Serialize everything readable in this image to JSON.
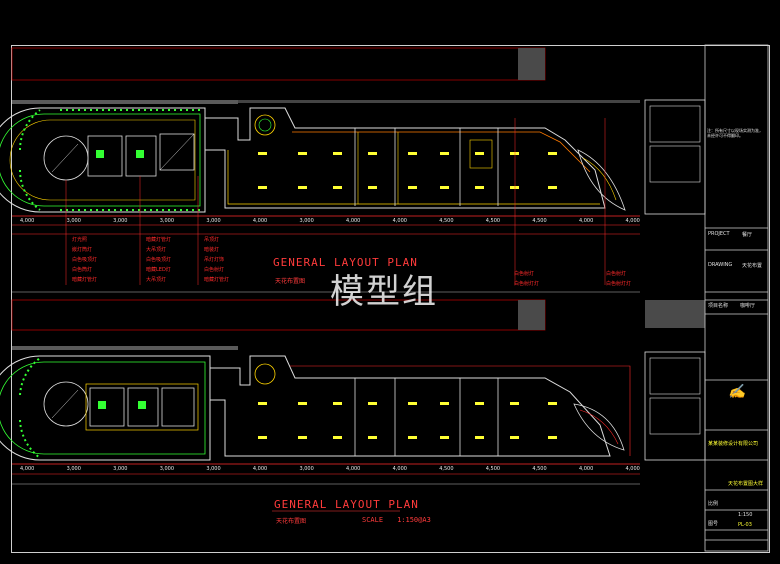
{
  "watermark": "模型组",
  "plan_top": {
    "title": "GENERAL LAYOUT PLAN",
    "subtitle": "天花布置图",
    "legend_left_col1": [
      "灯光照",
      "嵌灯筒灯",
      "白色吸顶灯",
      "白色筒灯",
      "暗藏灯管灯"
    ],
    "legend_left_col2": [
      "暗藏灯管灯",
      "大吊顶灯",
      "白色吸顶灯",
      "暗藏LED灯",
      "大吊顶灯"
    ],
    "legend_left_col3": [
      "吊顶灯",
      "暗装灯",
      "吊灯灯饰",
      "白色射灯",
      "暗藏灯管灯"
    ],
    "legend_right_col1": [
      "白色射灯",
      "白色射灯灯"
    ],
    "legend_right_col2": [
      "白色射灯",
      "白色射灯灯"
    ],
    "dimensions": [
      "4,000",
      "3,000",
      "3,000",
      "3,000",
      "3,000",
      "4,000",
      "3,000",
      "4,000",
      "4,000",
      "4,500",
      "4,500",
      "4,500",
      "4,000",
      "4,000"
    ]
  },
  "plan_bottom": {
    "title": "GENERAL LAYOUT PLAN",
    "subtitle": "天花布置图",
    "scale_label": "SCALE",
    "scale_value": "1:150@A3",
    "dimensions": [
      "4,000",
      "3,000",
      "3,000",
      "3,000",
      "3,000",
      "4,000",
      "3,000",
      "4,000",
      "4,000",
      "4,500",
      "4,500",
      "4,500",
      "4,000",
      "4,000"
    ]
  },
  "title_block": {
    "project_label": "PROJECT",
    "project_value": "餐厅",
    "drawing_label": "DRAWING",
    "drawing_value": "天花布置",
    "client_label": "项目名称",
    "client_value": "咖啡厅",
    "company_value": "某某装修设计有限公司",
    "drawing_name": "天花布置图大样",
    "scale_label": "比例",
    "scale_value": "1:150",
    "sheet_label": "图号",
    "sheet_value": "PL-03",
    "notes": "注：所有尺寸以现场实测为准，未经许可不得翻印。"
  }
}
